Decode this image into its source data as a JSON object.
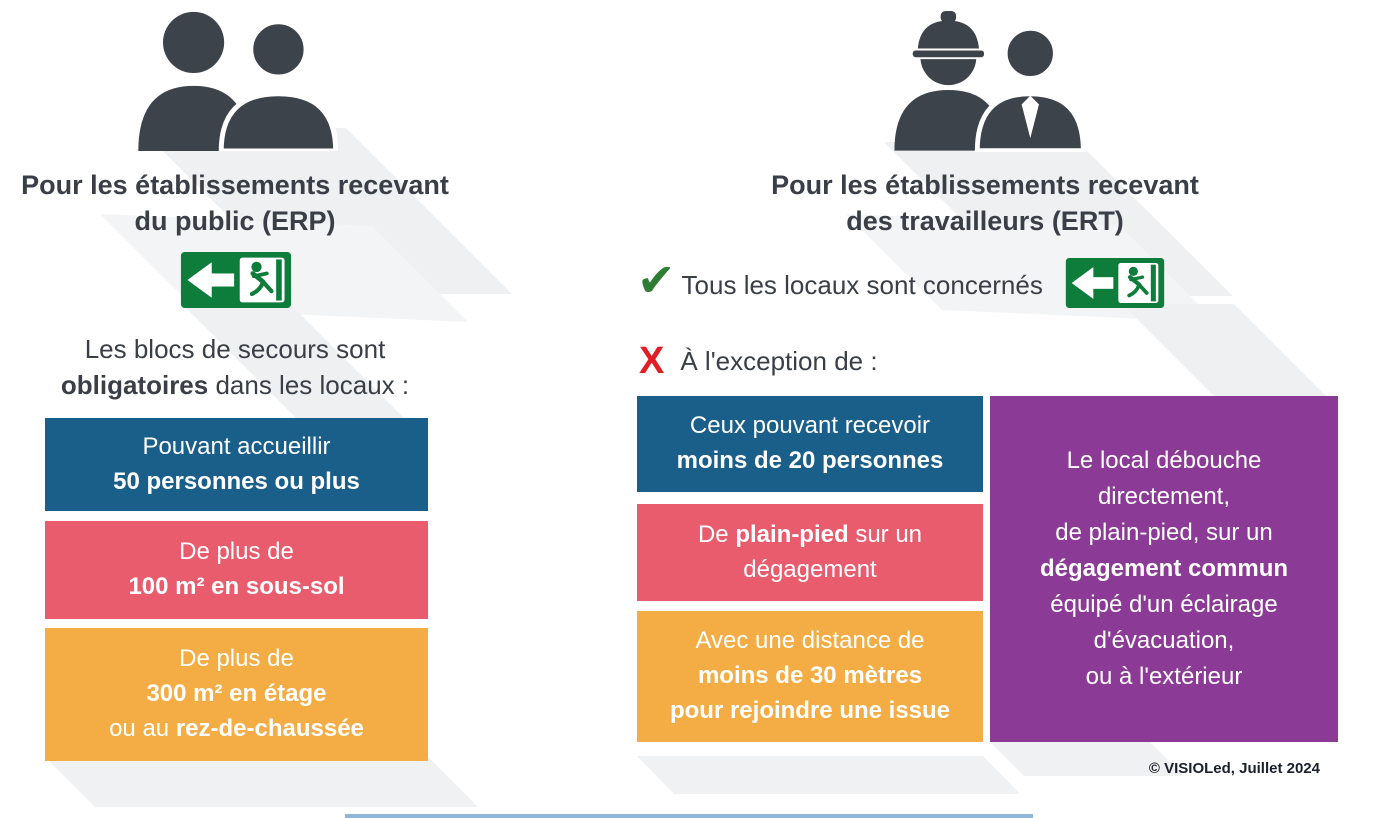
{
  "colors": {
    "teal": "#1a5e8a",
    "pink": "#e95c6e",
    "orange": "#f3ad44",
    "purple": "#8b3b95",
    "dark": "#3a3f47",
    "exit_green": "#0e7c3a",
    "check_green": "#2e7d32",
    "x_red": "#e01e25",
    "shadow": "#eef0f1"
  },
  "left": {
    "title_lines": [
      [
        {
          "t": "Pour les établissements recevant"
        }
      ],
      [
        {
          "t": "du public (ERP)"
        }
      ]
    ],
    "intro_lines": [
      [
        {
          "t": "Les blocs de secours sont"
        }
      ],
      [
        {
          "t": "obligatoires",
          "b": true
        },
        {
          "t": " dans les locaux :"
        }
      ]
    ],
    "boxes": [
      {
        "color": "teal",
        "lines": [
          [
            {
              "t": "Pouvant accueillir"
            }
          ],
          [
            {
              "t": "50 personnes ou plus",
              "b": true
            }
          ]
        ]
      },
      {
        "color": "pink",
        "lines": [
          [
            {
              "t": "De plus de"
            }
          ],
          [
            {
              "t": "100 m²  en sous-sol",
              "b": true
            }
          ]
        ]
      },
      {
        "color": "orange",
        "lines": [
          [
            {
              "t": "De plus de"
            }
          ],
          [
            {
              "t": "300 m² en étage",
              "b": true
            }
          ],
          [
            {
              "t": "ou au "
            },
            {
              "t": "rez-de-chaussée",
              "b": true
            }
          ]
        ]
      }
    ]
  },
  "right": {
    "title_lines": [
      [
        {
          "t": "Pour les établissements recevant"
        }
      ],
      [
        {
          "t": "des travailleurs (ERT)"
        }
      ]
    ],
    "check_glyph": "✔",
    "check_text": "Tous les locaux sont concernés",
    "x_glyph": "X",
    "exception_text": "À l'exception de :",
    "boxes": [
      {
        "color": "teal",
        "lines": [
          [
            {
              "t": "Ceux pouvant recevoir"
            }
          ],
          [
            {
              "t": "moins de 20 personnes",
              "b": true
            }
          ]
        ]
      },
      {
        "color": "pink",
        "lines": [
          [
            {
              "t": "De "
            },
            {
              "t": "plain-pied",
              "b": true
            },
            {
              "t": " sur un"
            }
          ],
          [
            {
              "t": "dégagement"
            }
          ]
        ]
      },
      {
        "color": "orange",
        "lines": [
          [
            {
              "t": "Avec une distance de"
            }
          ],
          [
            {
              "t": "moins de 30 mètres",
              "b": true
            }
          ],
          [
            {
              "t": "pour rejoindre une issue",
              "b": true
            }
          ]
        ]
      }
    ],
    "purple_box": {
      "lines": [
        [
          {
            "t": "Le local débouche"
          }
        ],
        [
          {
            "t": "directement,"
          }
        ],
        [
          {
            "t": "de plain-pied, sur un"
          }
        ],
        [
          {
            "t": "dégagement commun",
            "b": true
          }
        ],
        [
          {
            "t": "équipé d'un éclairage"
          }
        ],
        [
          {
            "t": "d'évacuation,"
          }
        ],
        [
          {
            "t": "ou à l'extérieur"
          }
        ]
      ]
    }
  },
  "footer": {
    "copyright": "© VISIOLed, Juillet 2024"
  }
}
